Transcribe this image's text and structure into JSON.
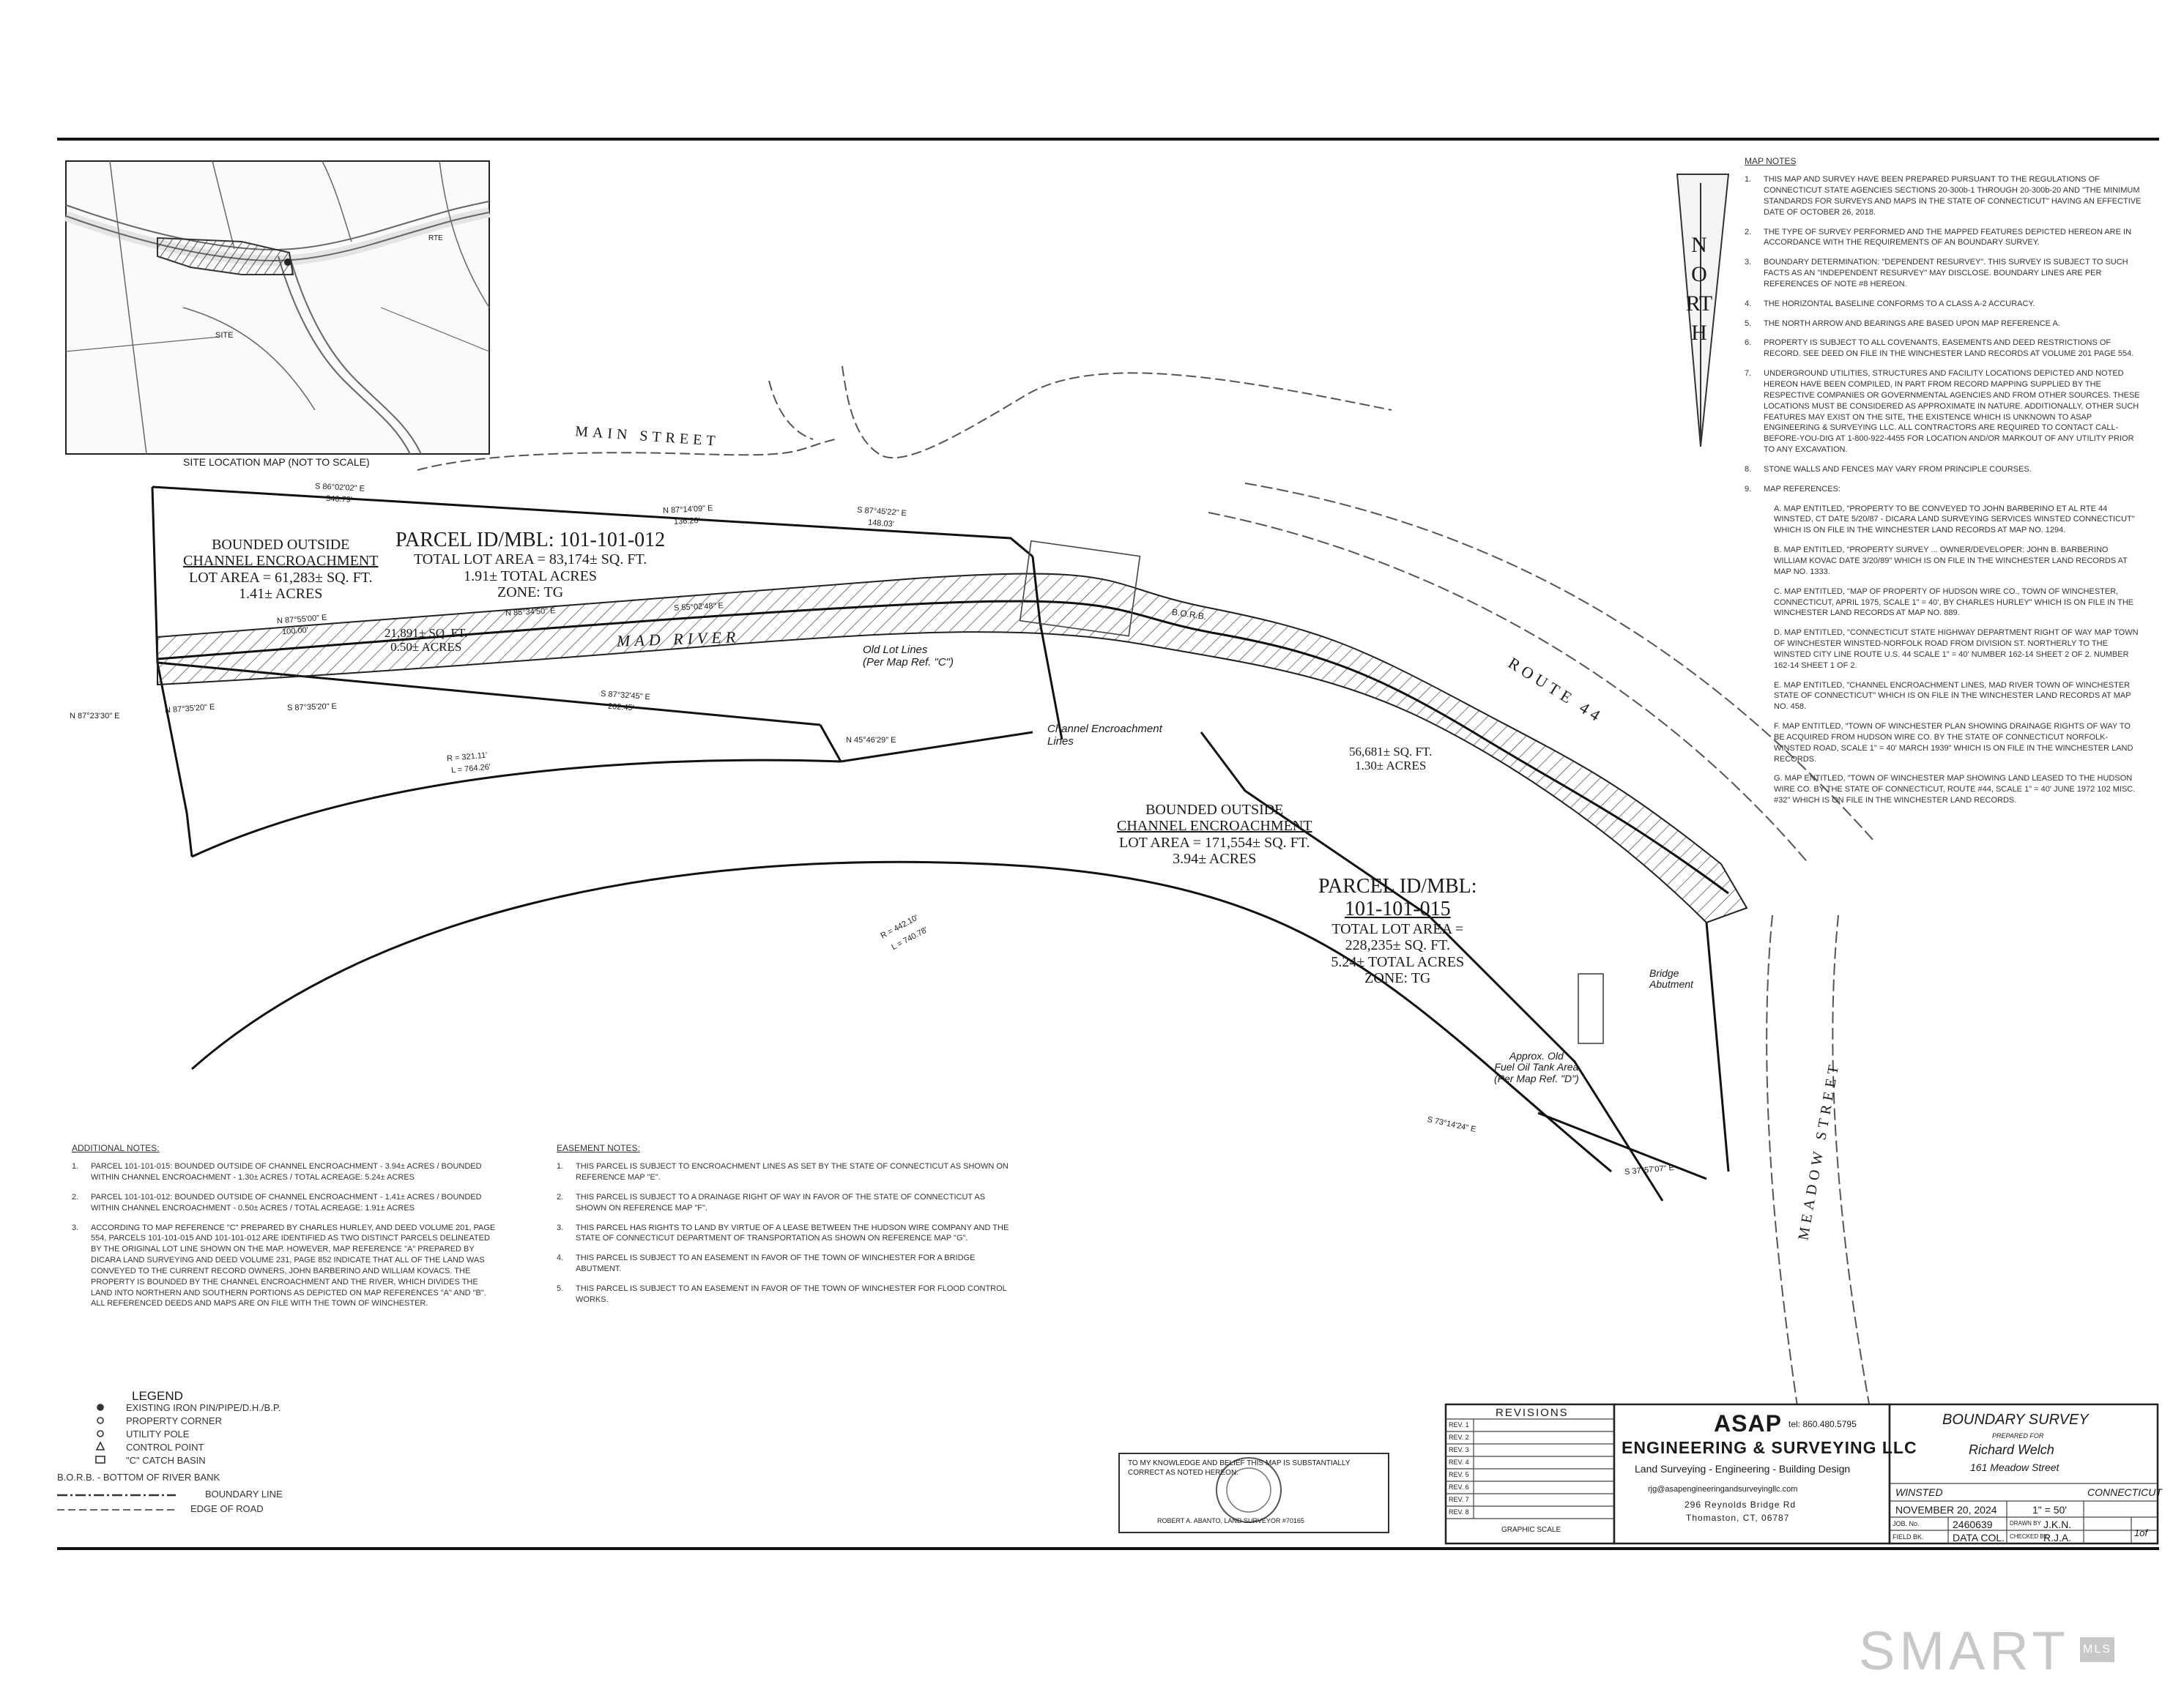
{
  "site_map": {
    "caption": "SITE LOCATION MAP (NOT TO SCALE)",
    "site_label": "SITE",
    "rte_label": "RTE"
  },
  "streets": {
    "main": "MAIN STREET",
    "route": "ROUTE 44",
    "meadow": "MEADOW STREET",
    "river": "MAD RIVER"
  },
  "north": "NORTH",
  "parcel_012": {
    "title": "PARCEL ID/MBL: 101-101-012",
    "area": "TOTAL LOT AREA = 83,174± SQ. FT.",
    "acres": "1.91± TOTAL ACRES",
    "zone": "ZONE: TG"
  },
  "bounded_outside_012": {
    "t1": "BOUNDED OUTSIDE",
    "t2": "CHANNEL ENCROACHMENT",
    "t3": "LOT AREA = 61,283± SQ. FT.",
    "t4": "1.41± ACRES"
  },
  "inner_012": {
    "sqft": "21,891± SQ. FT.",
    "acres": "0.50± ACRES"
  },
  "bounded_outside_015": {
    "t1": "BOUNDED OUTSIDE",
    "t2": "CHANNEL ENCROACHMENT",
    "t3": "LOT AREA = 171,554± SQ. FT.",
    "t4": "3.94± ACRES"
  },
  "inner_015": {
    "sqft": "56,681± SQ. FT.",
    "acres": "1.30± ACRES"
  },
  "parcel_015": {
    "title1": "PARCEL ID/MBL:",
    "title2": "101-101-015",
    "area1": "TOTAL LOT AREA =",
    "area2": "228,235± SQ. FT.",
    "acres": "5.24± TOTAL ACRES",
    "zone": "ZONE: TG"
  },
  "annotations": {
    "old_lot_lines": "Old Lot Lines",
    "old_lot_ref": "(Per Map Ref. \"C\")",
    "channel1": "Channel Encroachment",
    "channel2": "Lines",
    "bridge1": "Bridge",
    "bridge2": "Abutment",
    "tank1": "Approx. Old",
    "tank2": "Fuel Oil Tank Area",
    "tank3": "(Per Map Ref. \"D\")",
    "borb": "B.O.R.B."
  },
  "bearings": [
    "S 86°02'02\" E",
    "346.79'",
    "N 87°14'09\" E",
    "136.20'",
    "S 87°45'22\" E",
    "148.03'",
    "N 87°55'00\" E",
    "100.00'",
    "N 85°34'50\" E",
    "S 55°02'48\" E",
    "S 87°32'45\" E",
    "202.45'",
    "N 87°35'20\" E",
    "S 87°35'20\" E",
    "N 45°46'29\" E",
    "R = 321.11'",
    "L = 764.26'",
    "R = 442.10'",
    "L = 740.78'",
    "N 87°23'30\" E",
    "S 73°14'24\" E",
    "S 37°57'07\" E"
  ],
  "map_notes": {
    "heading": "MAP NOTES",
    "items": [
      {
        "n": "1.",
        "t": "THIS MAP AND SURVEY HAVE BEEN PREPARED PURSUANT TO THE REGULATIONS OF CONNECTICUT STATE AGENCIES SECTIONS 20-300b-1 THROUGH 20-300b-20 AND \"THE MINIMUM STANDARDS FOR SURVEYS AND MAPS IN THE STATE OF CONNECTICUT\" HAVING AN EFFECTIVE DATE OF OCTOBER 26, 2018."
      },
      {
        "n": "2.",
        "t": "THE TYPE OF SURVEY PERFORMED AND THE MAPPED FEATURES DEPICTED HEREON ARE IN ACCORDANCE WITH THE REQUIREMENTS OF AN BOUNDARY SURVEY."
      },
      {
        "n": "3.",
        "t": "BOUNDARY DETERMINATION: \"DEPENDENT RESURVEY\". THIS SURVEY IS SUBJECT TO SUCH FACTS AS AN \"INDEPENDENT RESURVEY\" MAY DISCLOSE. BOUNDARY LINES ARE PER REFERENCES OF NOTE #8 HEREON."
      },
      {
        "n": "4.",
        "t": "THE HORIZONTAL BASELINE CONFORMS TO A CLASS A-2 ACCURACY."
      },
      {
        "n": "5.",
        "t": "THE NORTH ARROW AND BEARINGS ARE BASED UPON MAP REFERENCE A."
      },
      {
        "n": "6.",
        "t": "PROPERTY IS SUBJECT TO ALL COVENANTS, EASEMENTS AND DEED RESTRICTIONS OF RECORD. SEE DEED ON FILE IN THE WINCHESTER LAND RECORDS AT VOLUME 201 PAGE 554."
      },
      {
        "n": "7.",
        "t": "UNDERGROUND UTILITIES, STRUCTURES AND FACILITY LOCATIONS DEPICTED AND NOTED HEREON HAVE BEEN COMPILED, IN PART FROM RECORD MAPPING SUPPLIED BY THE RESPECTIVE COMPANIES OR GOVERNMENTAL AGENCIES AND FROM OTHER SOURCES. THESE LOCATIONS MUST BE CONSIDERED AS APPROXIMATE IN NATURE. ADDITIONALLY, OTHER SUCH FEATURES MAY EXIST ON THE SITE, THE EXISTENCE WHICH IS UNKNOWN TO ASAP ENGINEERING & SURVEYING LLC. ALL CONTRACTORS ARE REQUIRED TO CONTACT CALL-BEFORE-YOU-DIG AT 1-800-922-4455 FOR LOCATION AND/OR MARKOUT OF ANY UTILITY PRIOR TO ANY EXCAVATION."
      },
      {
        "n": "8.",
        "t": "STONE WALLS AND FENCES MAY VARY FROM PRINCIPLE COURSES."
      },
      {
        "n": "9.",
        "t": "MAP REFERENCES:"
      }
    ],
    "refs": [
      "A. MAP ENTITLED, \"PROPERTY TO BE CONVEYED TO JOHN BARBERINO ET AL RTE 44 WINSTED, CT DATE 5/20/87 - DICARA LAND SURVEYING SERVICES WINSTED CONNECTICUT\" WHICH IS ON FILE IN THE WINCHESTER LAND RECORDS AT MAP NO. 1294.",
      "B. MAP ENTITLED, \"PROPERTY SURVEY ... OWNER/DEVELOPER: JOHN B. BARBERINO WILLIAM KOVAC DATE 3/20/89\" WHICH IS ON FILE IN THE WINCHESTER LAND RECORDS AT MAP NO. 1333.",
      "C. MAP ENTITLED, \"MAP OF PROPERTY OF HUDSON WIRE CO., TOWN OF WINCHESTER, CONNECTICUT, APRIL 1975, SCALE 1\" = 40', BY CHARLES HURLEY\" WHICH IS ON FILE IN THE WINCHESTER LAND RECORDS AT MAP NO. 889.",
      "D. MAP ENTITLED, \"CONNECTICUT STATE HIGHWAY DEPARTMENT RIGHT OF WAY MAP TOWN OF WINCHESTER WINSTED-NORFOLK ROAD FROM DIVISION ST. NORTHERLY TO THE WINSTED CITY LINE ROUTE U.S. 44 SCALE 1\" = 40' NUMBER 162-14 SHEET 2 OF 2. NUMBER 162-14 SHEET 1 OF 2.",
      "E. MAP ENTITLED, \"CHANNEL ENCROACHMENT LINES, MAD RIVER TOWN OF WINCHESTER STATE OF CONNECTICUT\" WHICH IS ON FILE IN THE WINCHESTER LAND RECORDS AT MAP NO. 458.",
      "F. MAP ENTITLED, \"TOWN OF WINCHESTER PLAN SHOWING DRAINAGE RIGHTS OF WAY TO BE ACQUIRED FROM HUDSON WIRE CO. BY THE STATE OF CONNECTICUT NORFOLK-WINSTED ROAD, SCALE 1\" = 40' MARCH 1939\" WHICH IS ON FILE IN THE WINCHESTER LAND RECORDS.",
      "G. MAP ENTITLED, \"TOWN OF WINCHESTER MAP SHOWING LAND LEASED TO THE HUDSON WIRE CO. BY THE STATE OF CONNECTICUT, ROUTE #44, SCALE 1\" = 40' JUNE 1972 102 MISC. #32\" WHICH IS ON FILE IN THE WINCHESTER LAND RECORDS."
    ]
  },
  "additional_notes": {
    "heading": "ADDITIONAL NOTES:",
    "items": [
      {
        "n": "1.",
        "t": "PARCEL 101-101-015: BOUNDED OUTSIDE OF CHANNEL ENCROACHMENT - 3.94± ACRES / BOUNDED WITHIN CHANNEL ENCROACHMENT - 1.30± ACRES / TOTAL ACREAGE: 5.24± ACRES"
      },
      {
        "n": "2.",
        "t": "PARCEL 101-101-012: BOUNDED OUTSIDE OF CHANNEL ENCROACHMENT - 1.41± ACRES / BOUNDED WITHIN CHANNEL ENCROACHMENT - 0.50± ACRES / TOTAL ACREAGE: 1.91± ACRES"
      },
      {
        "n": "3.",
        "t": "ACCORDING TO MAP REFERENCE \"C\" PREPARED BY CHARLES HURLEY, AND DEED VOLUME 201, PAGE 554, PARCELS 101-101-015 AND 101-101-012 ARE IDENTIFIED AS TWO DISTINCT PARCELS DELINEATED BY THE ORIGINAL LOT LINE SHOWN ON THE MAP. HOWEVER, MAP REFERENCE \"A\" PREPARED BY DICARA LAND SURVEYING AND DEED VOLUME 231, PAGE 852 INDICATE THAT ALL OF THE LAND WAS CONVEYED TO THE CURRENT RECORD OWNERS, JOHN BARBERINO AND WILLIAM KOVACS. THE PROPERTY IS BOUNDED BY THE CHANNEL ENCROACHMENT AND THE RIVER, WHICH DIVIDES THE LAND INTO NORTHERN AND SOUTHERN PORTIONS AS DEPICTED ON MAP REFERENCES \"A\" AND \"B\". ALL REFERENCED DEEDS AND MAPS ARE ON FILE WITH THE TOWN OF WINCHESTER."
      }
    ]
  },
  "easement_notes": {
    "heading": "EASEMENT NOTES:",
    "items": [
      {
        "n": "1.",
        "t": "THIS PARCEL IS SUBJECT TO ENCROACHMENT LINES AS SET BY THE STATE OF CONNECTICUT AS SHOWN ON REFERENCE MAP \"E\"."
      },
      {
        "n": "2.",
        "t": "THIS PARCEL IS SUBJECT TO A DRAINAGE RIGHT OF WAY IN FAVOR OF THE STATE OF CONNECTICUT AS SHOWN ON REFERENCE MAP \"F\"."
      },
      {
        "n": "3.",
        "t": "THIS PARCEL HAS RIGHTS TO LAND BY VIRTUE OF A LEASE BETWEEN THE HUDSON WIRE COMPANY AND THE STATE OF CONNECTICUT DEPARTMENT OF TRANSPORTATION AS SHOWN ON REFERENCE MAP \"G\"."
      },
      {
        "n": "4.",
        "t": "THIS PARCEL IS SUBJECT TO AN EASEMENT IN FAVOR OF THE TOWN OF WINCHESTER FOR A BRIDGE ABUTMENT."
      },
      {
        "n": "5.",
        "t": "THIS PARCEL IS SUBJECT TO AN EASEMENT IN FAVOR OF THE TOWN OF WINCHESTER FOR FLOOD CONTROL WORKS."
      }
    ]
  },
  "legend": {
    "heading": "LEGEND",
    "rows": [
      "EXISTING IRON PIN/PIPE/D.H./B.P.",
      "PROPERTY CORNER",
      "UTILITY POLE",
      "CONTROL POINT",
      "\"C\" CATCH BASIN",
      "B.O.R.B. - BOTTOM OF RIVER BANK",
      "BOUNDARY LINE",
      "EDGE OF ROAD"
    ]
  },
  "certification": {
    "t1": "TO MY KNOWLEDGE AND BELIEF THIS MAP IS SUBSTANTIALLY",
    "t2": "CORRECT AS NOTED HEREON.",
    "sig": "ROBERT A. ABANTO, LAND SURVEYOR #70165"
  },
  "revisions": {
    "heading": "REVISIONS",
    "rows": [
      "REV. 1",
      "REV. 2",
      "REV. 3",
      "REV. 4",
      "REV. 5",
      "REV. 6",
      "REV. 7",
      "REV. 8"
    ],
    "scale": "GRAPHIC SCALE"
  },
  "company": {
    "logo": "ASAP",
    "name": "ENGINEERING & SURVEYING LLC",
    "tel": "tel: 860.480.5795",
    "services": "Land Surveying - Engineering - Building Design",
    "email": "rjg@asapengineeringandsurveyingllc.com",
    "addr1": "296 Reynolds Bridge Rd",
    "addr2": "Thomaston, CT, 06787"
  },
  "title_block": {
    "title": "BOUNDARY SURVEY",
    "prepared": "PREPARED FOR",
    "client": "Richard Welch",
    "address": "161 Meadow Street",
    "town": "WINSTED",
    "state": "CONNECTICUT",
    "date": "NOVEMBER 20, 2024",
    "scale": "1\" = 50'",
    "job_label": "JOB. No.",
    "job": "2460639",
    "drawn_label": "DRAWN BY",
    "drawn": "J.K.N.",
    "field_label": "FIELD BK.",
    "field": "DATA COL.",
    "checked_label": "CHECKED BY",
    "checked": "R.J.A.",
    "sheet": "1of"
  },
  "watermark": "SMART",
  "watermark_suffix": "MLS"
}
